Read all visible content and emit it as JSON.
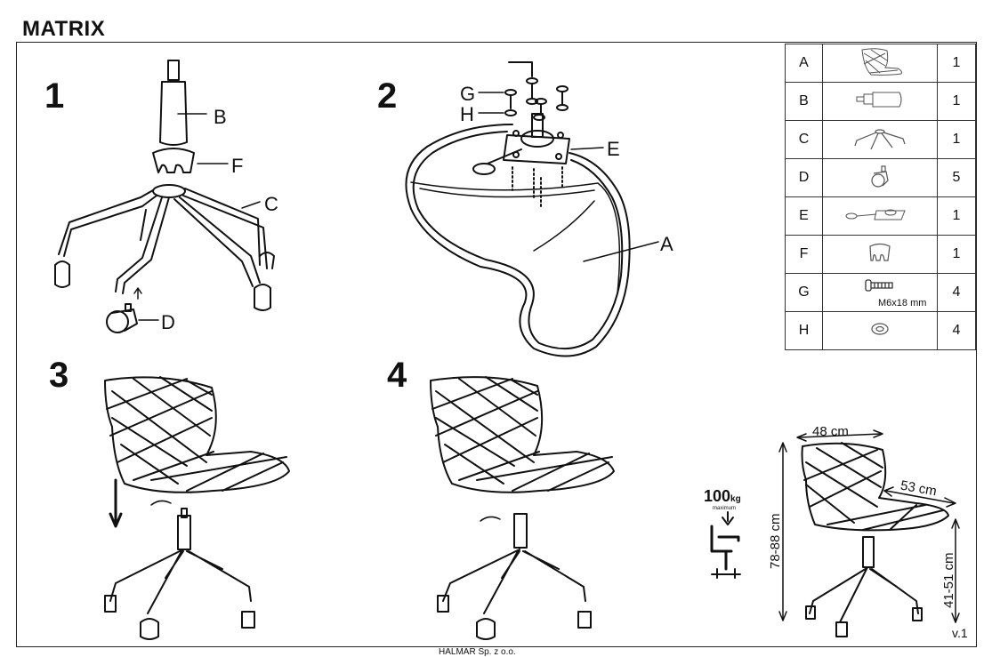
{
  "title": "MATRIX",
  "steps": [
    "1",
    "2",
    "3",
    "4"
  ],
  "step1_labels": {
    "B": "B",
    "F": "F",
    "C": "C",
    "D": "D"
  },
  "step2_labels": {
    "G": "G",
    "H": "H",
    "E": "E",
    "A": "A"
  },
  "parts": [
    {
      "letter": "A",
      "qty": "1",
      "icon": "seat-icon"
    },
    {
      "letter": "B",
      "qty": "1",
      "icon": "gas-lift-icon"
    },
    {
      "letter": "C",
      "qty": "1",
      "icon": "base-icon"
    },
    {
      "letter": "D",
      "qty": "5",
      "icon": "caster-icon"
    },
    {
      "letter": "E",
      "qty": "1",
      "icon": "mechanism-icon"
    },
    {
      "letter": "F",
      "qty": "1",
      "icon": "cover-icon"
    },
    {
      "letter": "G",
      "qty": "4",
      "icon": "screw-icon",
      "note": "M6x18 mm"
    },
    {
      "letter": "H",
      "qty": "4",
      "icon": "washer-icon"
    }
  ],
  "dimensions": {
    "width": "48 cm",
    "depth": "53 cm",
    "height": "78-88 cm",
    "seat_height": "41-51 cm"
  },
  "max_load": {
    "value": "100",
    "unit": "kg",
    "word": "maximum"
  },
  "version": "v.1",
  "footer": "HALMAR Sp. z o.o."
}
